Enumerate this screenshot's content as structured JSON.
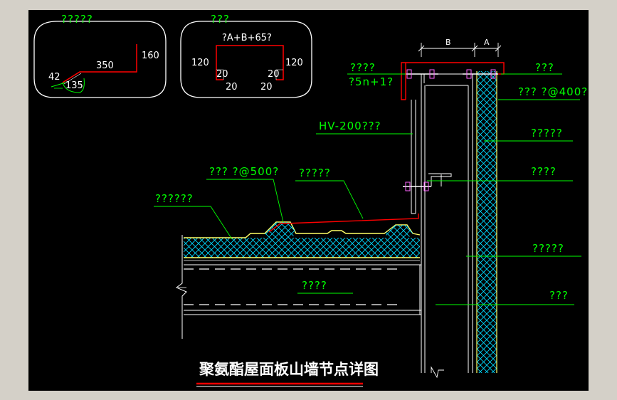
{
  "title": "聚氨酯屋面板山墙节点详图",
  "colors": {
    "background": "#000000",
    "outer": "#d4d0c8",
    "label": "#00ff00",
    "line": "#ffffff",
    "highlight": "#ff0000",
    "insulation": "#00ffff",
    "panel_face": "#ffff66"
  },
  "detail1": {
    "title": "?????",
    "dims": [
      "160",
      "350",
      "42",
      "135"
    ]
  },
  "detail2": {
    "title": "???",
    "formula": "?A+B+65?",
    "dims": [
      "120",
      "120",
      "20",
      "20",
      "20",
      "20"
    ]
  },
  "dims_top": {
    "b": "B",
    "a": "A"
  },
  "labels": {
    "l1": "????",
    "l1b": "?5n+1?",
    "l2": "???",
    "l3": "??? ?@400?",
    "l4": "HV-200???",
    "l5": "?????",
    "l6": "????",
    "l7": "??? ?@500?",
    "l8": "?????",
    "l9": "??????",
    "l10": "?????",
    "l11": "????",
    "l12": "???"
  }
}
